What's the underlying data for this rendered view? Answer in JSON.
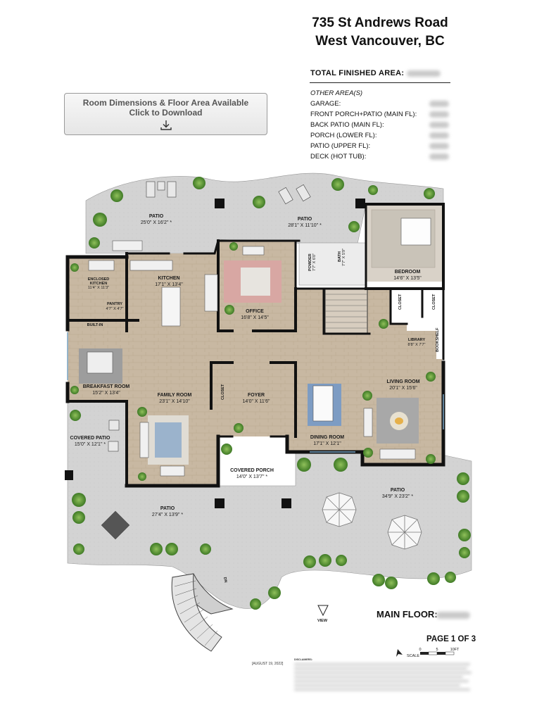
{
  "address": {
    "line1": "735 St Andrews Road",
    "line2": "West Vancouver, BC"
  },
  "total_finished_area": {
    "label": "TOTAL FINISHED AREA:",
    "value": ""
  },
  "other_areas": {
    "title": "OTHER AREA(S)",
    "rows": [
      {
        "label": "GARAGE:"
      },
      {
        "label": "FRONT PORCH+PATIO (MAIN FL):"
      },
      {
        "label": "BACK PATIO (MAIN FL):"
      },
      {
        "label": "PORCH (LOWER FL):"
      },
      {
        "label": "PATIO (UPPER FL):"
      },
      {
        "label": "DECK (HOT TUB):"
      }
    ]
  },
  "download_button": {
    "line1": "Room Dimensions & Floor Area Available",
    "line2": "Click to Download",
    "icon": "download-icon"
  },
  "rooms": {
    "patio_nw": {
      "name": "PATIO",
      "dim": "25'0\" X 16'2\" *"
    },
    "patio_n": {
      "name": "PATIO",
      "dim": "28'1\" X 11'10\" *"
    },
    "enclosed_kitchen": {
      "name": "ENCLOSED",
      "name2": "KITCHEN",
      "dim": "11'4\" X 11'3\""
    },
    "pantry": {
      "name": "PANTRY",
      "dim": "4'7\" X 4'7\""
    },
    "kitchen": {
      "name": "KITCHEN",
      "dim": "17'1\" X 13'4\""
    },
    "office": {
      "name": "OFFICE",
      "dim": "16'8\" X 14'5\""
    },
    "powder": {
      "name": "POWDER",
      "dim": "7'7\" X 6'0\""
    },
    "bath": {
      "name": "BATH",
      "dim": "7'7\" X 5'9\""
    },
    "bedroom": {
      "name": "BEDROOM",
      "dim": "14'6\" X 13'5\""
    },
    "closet": {
      "name": "CLOSET"
    },
    "built_in": {
      "name": "BUILT-IN"
    },
    "library": {
      "name": "LIBRARY",
      "dim": "8'8\" X 7'7\""
    },
    "bookshelf": {
      "name": "BOOKSHELF"
    },
    "breakfast_room": {
      "name": "BREAKFAST ROOM",
      "dim": "15'2\" X 13'4\""
    },
    "family_room": {
      "name": "FAMILY ROOM",
      "dim": "23'1\" X 14'10\""
    },
    "foyer": {
      "name": "FOYER",
      "dim": "14'0\" X 11'6\""
    },
    "living_room": {
      "name": "LIVING ROOM",
      "dim": "20'1\" X 15'6\""
    },
    "dining_room": {
      "name": "DINING ROOM",
      "dim": "17'1\" X 12'1\""
    },
    "covered_patio": {
      "name": "COVERED PATIO",
      "dim": "15'0\" X 12'1\" *"
    },
    "covered_porch": {
      "name": "COVERED PORCH",
      "dim": "14'0\" X 13'7\" *"
    },
    "patio_sw": {
      "name": "PATIO",
      "dim": "27'4\" X 13'9\" *"
    },
    "patio_se": {
      "name": "PATIO",
      "dim": "34'9\" X 23'2\" *"
    },
    "stair_dn": {
      "name": "DN"
    },
    "view": {
      "name": "VIEW"
    }
  },
  "main_floor": {
    "label": "MAIN FLOOR:",
    "value": ""
  },
  "page": {
    "label": "PAGE 1 OF 3"
  },
  "scale": {
    "label": "SCALE",
    "ticks": [
      "0",
      "5",
      "10FT"
    ]
  },
  "date": {
    "label": "[AUGUST 19, 2022]"
  },
  "disclaimer": {
    "title": "DISCLAIMERS:"
  },
  "colors": {
    "floor": "#c9b9a4",
    "patio": "#d1d1d1",
    "wall": "#111111",
    "plant": "#4f8a2e",
    "carpet_blue": "#8fa8c8"
  }
}
